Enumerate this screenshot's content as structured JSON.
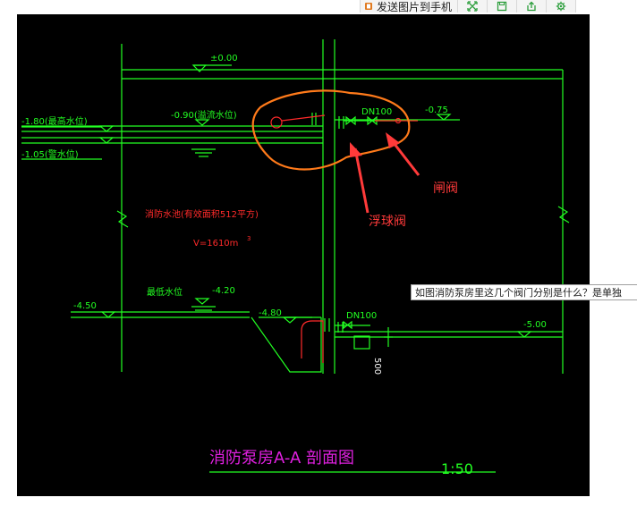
{
  "toolbar": {
    "send_label": "发送图片到手机",
    "icons": [
      "send-phone-icon",
      "fullscreen-icon",
      "save-icon",
      "share-icon",
      "settings-icon"
    ]
  },
  "drawing": {
    "elevations": {
      "top": "±0.00",
      "left_upper": "-1.80(最高水位)",
      "left_lower": "-1.05(警水位)",
      "mid": "-0.90(溢流水位)",
      "right_top": "-0.75",
      "left_bottom": "-4.50",
      "mid_bottom": "-4.20",
      "sump": "-4.80",
      "right_bottom": "-5.00"
    },
    "pipe_sizes": {
      "upper": "DN100",
      "lower": "DN100"
    },
    "tank_note": "消防水池(有效面积512平方)",
    "volume": "V=1610m",
    "volume_sup": "3",
    "bottom_level_note": "最低水位",
    "vertical_mark": "500",
    "title": "消防泵房A-A 剖面图",
    "scale": "1:50"
  },
  "annotations": {
    "gate_valve": "闸阀",
    "float_valve": "浮球阀"
  },
  "tooltip": "如图消防泵房里这几个阀门分别是什么？是单独",
  "colors": {
    "background": "#000000",
    "lines": "#22ff22",
    "annotation": "#ff3a3a",
    "highlight": "#ff7a1a",
    "title": "#e020e0"
  }
}
